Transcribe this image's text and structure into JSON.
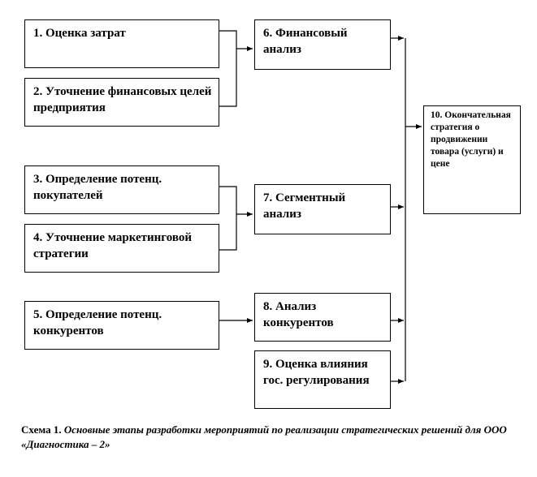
{
  "boxes": {
    "b1": "1. Оценка затрат",
    "b2": "2. Уточнение финансовых целей предприятия",
    "b3": "3. Определение потенц. покупателей",
    "b4": "4. Уточнение маркетинговой стратегии",
    "b5": "5. Определение потенц. конкурентов",
    "b6": "6. Финансовый анализ",
    "b7": "7. Сегментный анализ",
    "b8": "8. Анализ конкурентов",
    "b9": "9. Оценка влияния гос. регулирования",
    "b10": "10. Окончательная стратегия о продвижении товара (услуги) и цене"
  },
  "caption": {
    "lead": "Схема 1.",
    "text": "Основные этапы разработки мероприятий по реализации стратегических решений для ООО «Диагностика – 2»"
  }
}
